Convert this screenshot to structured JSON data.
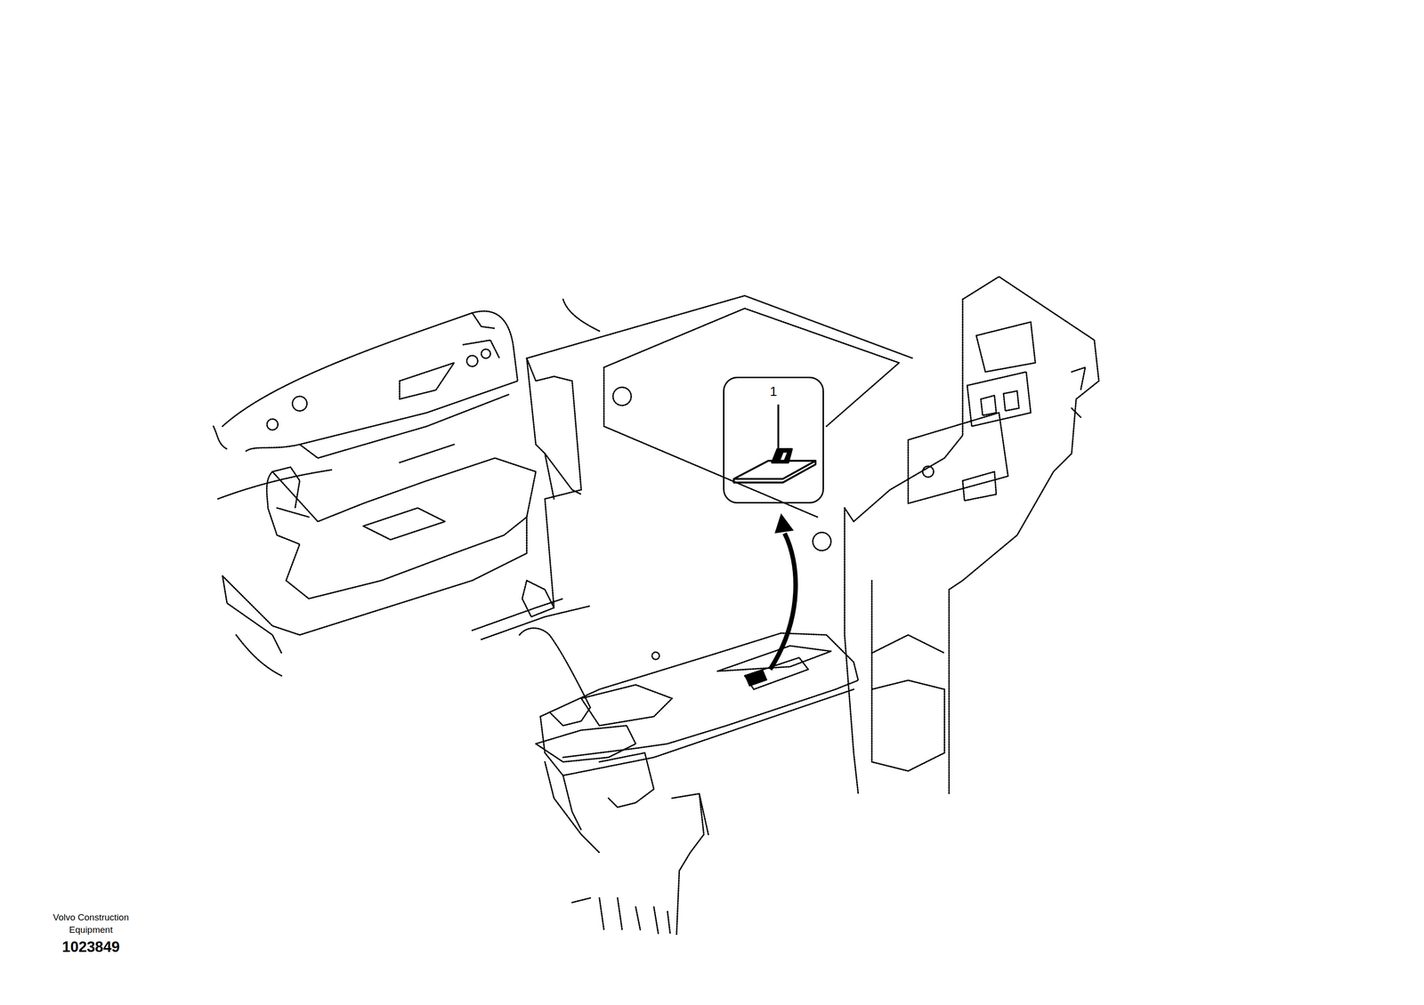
{
  "diagram": {
    "nodes": [
      {
        "text": [
          "1"
        ]
      }
    ],
    "labels": [
      "Volvo Construction Equipment",
      "1023849"
    ]
  }
}
